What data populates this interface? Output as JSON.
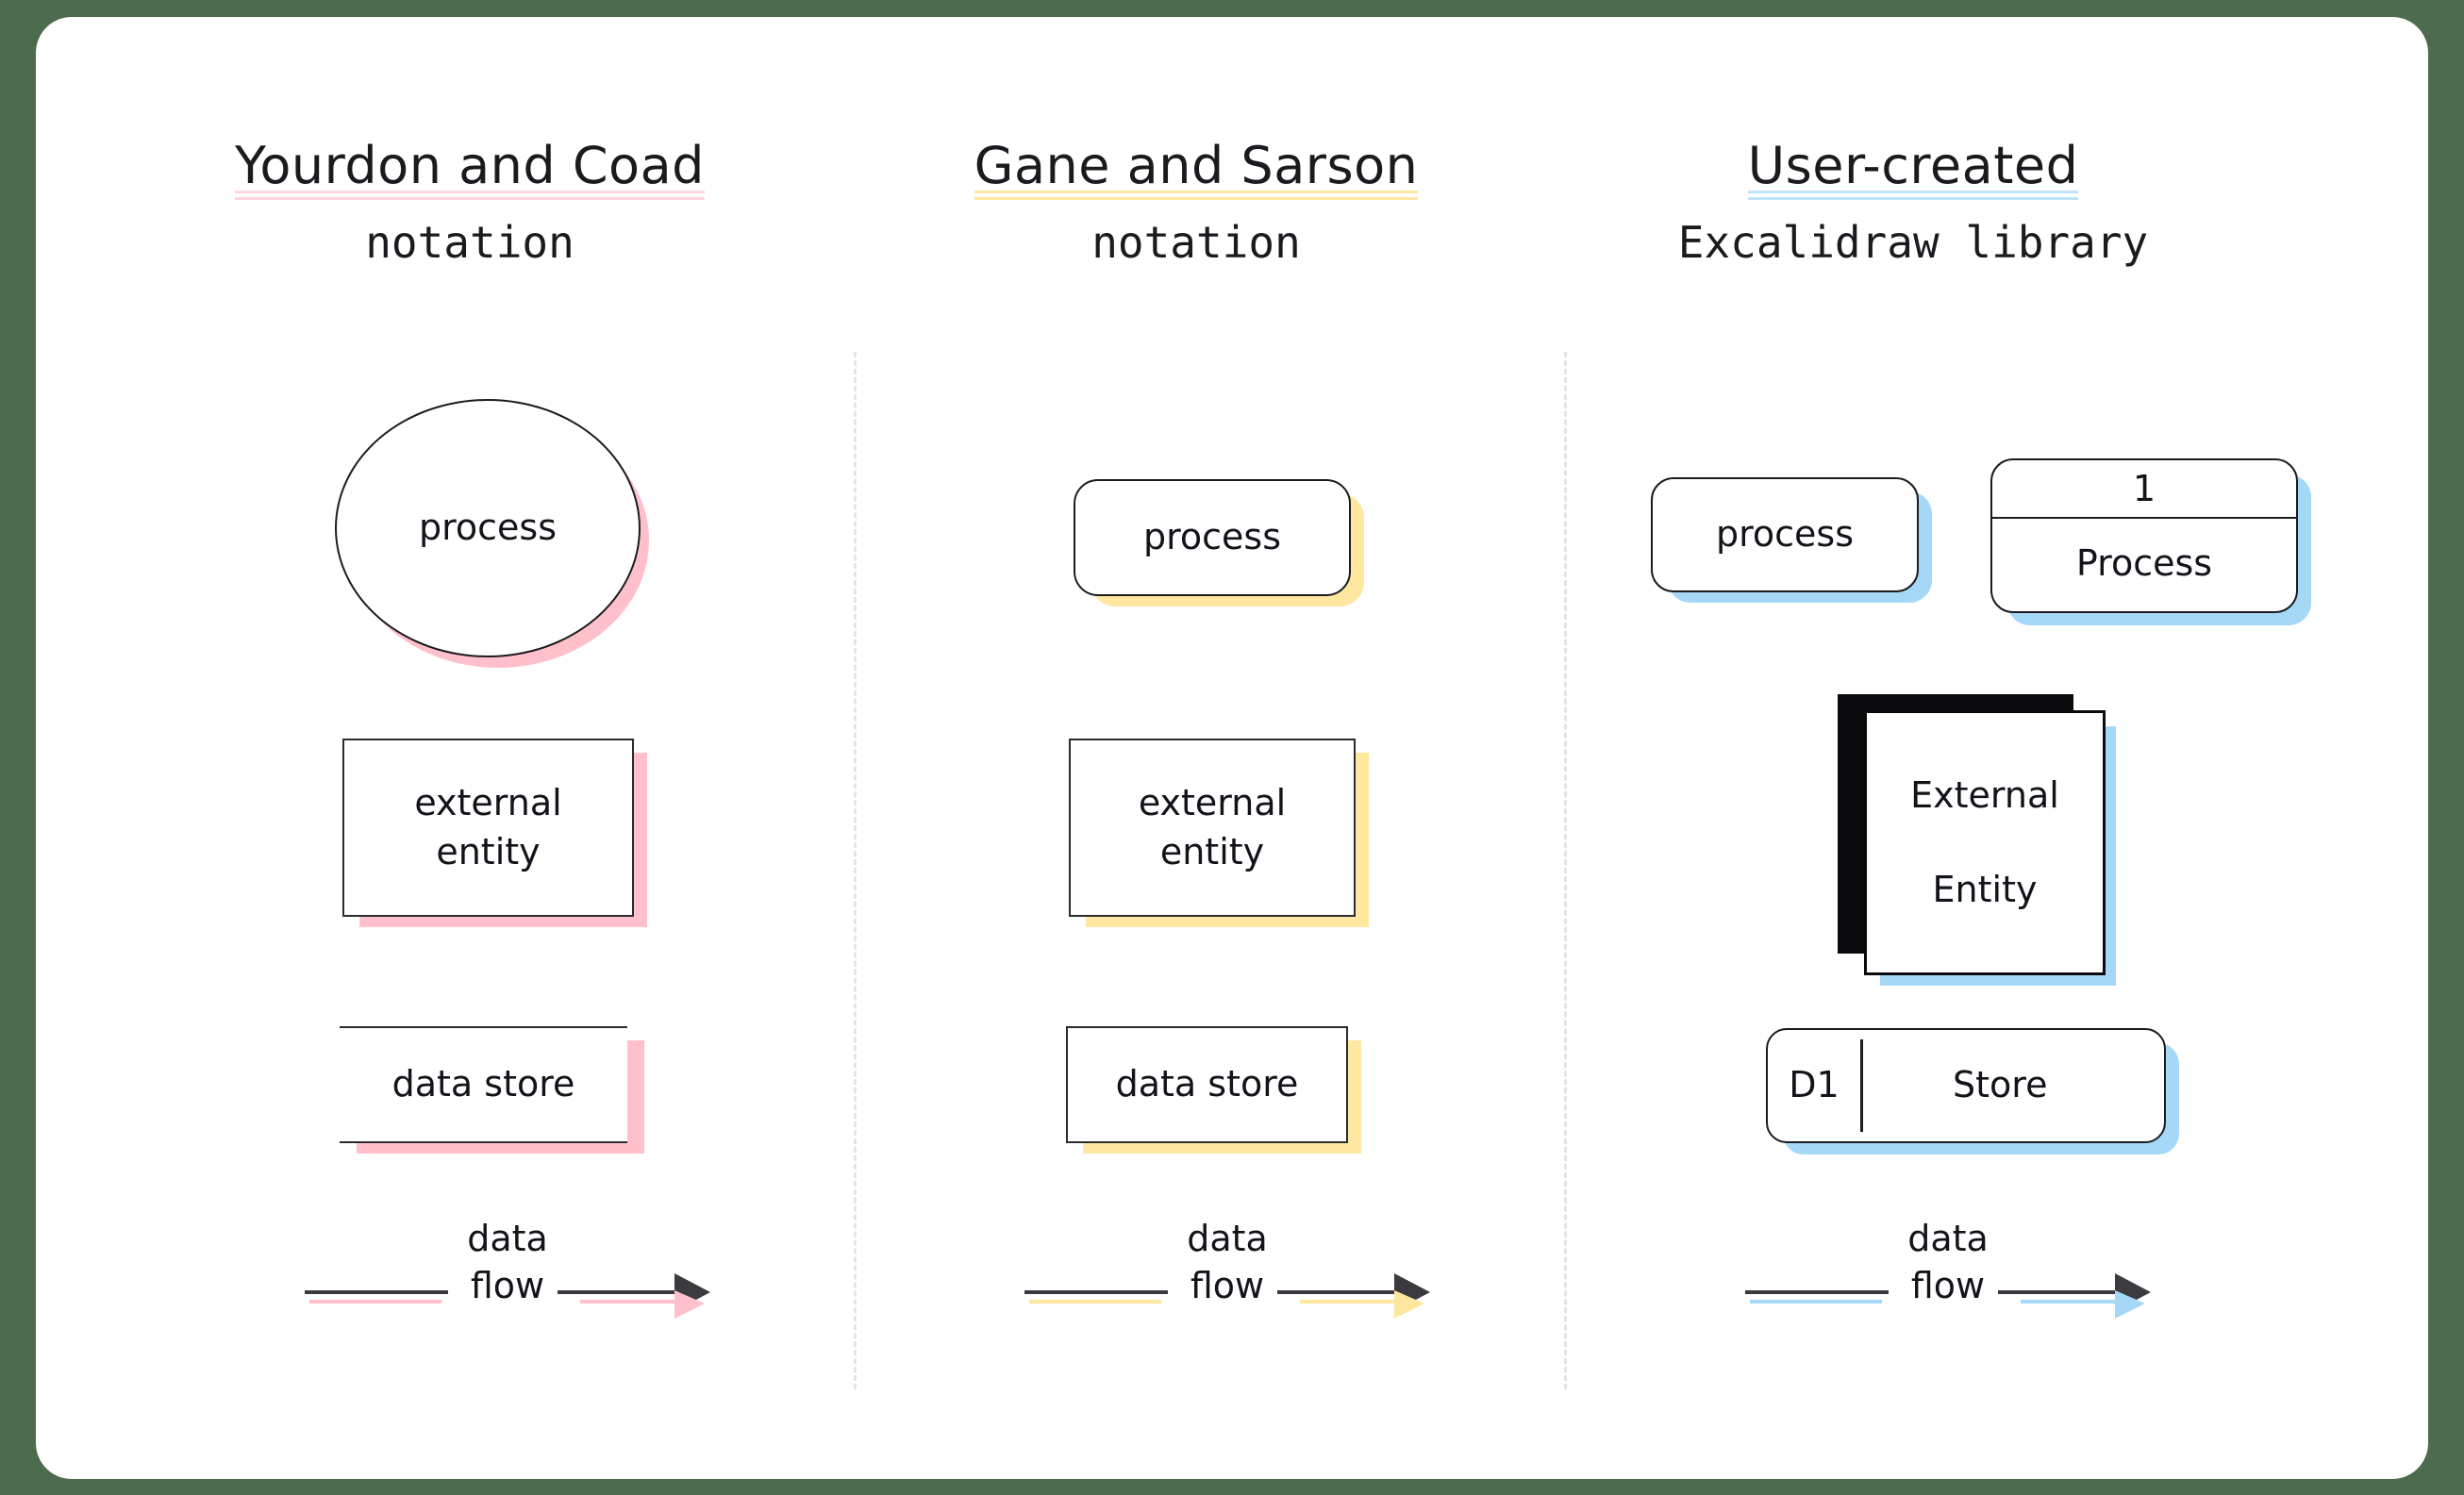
{
  "page": {
    "background_color": "#4d6b4d",
    "card_color": "#ffffff"
  },
  "columns": [
    {
      "id": "yourdon-coad",
      "title": "Yourdon and Coad",
      "subtitle": "notation",
      "accent_color": "#ffc0cb",
      "shapes": {
        "process": "process",
        "external_entity": "external\nentity",
        "data_store": "data store",
        "data_flow": "data\nflow"
      }
    },
    {
      "id": "gane-sarson",
      "title": "Gane and Sarson",
      "subtitle": "notation",
      "accent_color": "#ffe7a0",
      "shapes": {
        "process": "process",
        "external_entity": "external\nentity",
        "data_store": "data store",
        "data_flow": "data\nflow"
      }
    },
    {
      "id": "user-created",
      "title": "User-created",
      "subtitle": "Excalidraw library",
      "accent_color": "#a5d8f7",
      "shapes": {
        "process_pill": "process",
        "process_box_number": "1",
        "process_box_label": "Process",
        "external_entity": "External",
        "external_entity_2": "Entity",
        "store_id": "D1",
        "store_label": "Store",
        "data_flow": "data\nflow"
      }
    }
  ],
  "legend": {
    "arrow_stroke": "#3a3a3f",
    "divider_color": "#d8dde4"
  }
}
